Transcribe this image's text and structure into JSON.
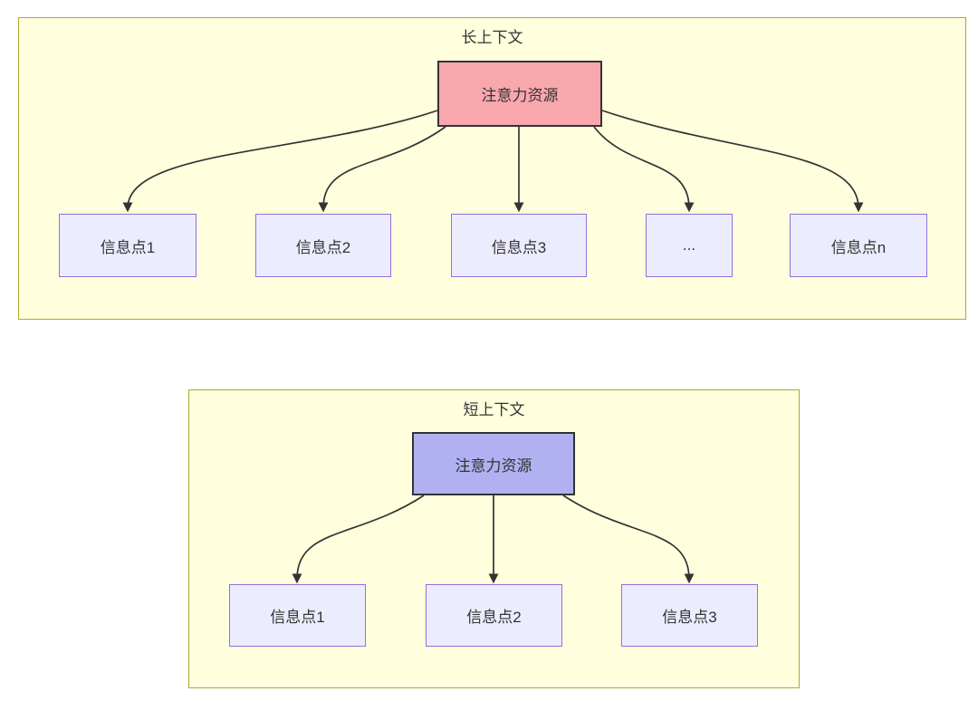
{
  "long_context": {
    "title": "长上下文",
    "attention_label": "注意力资源",
    "info_nodes": [
      "信息点1",
      "信息点2",
      "信息点3",
      "...",
      "信息点n"
    ]
  },
  "short_context": {
    "title": "短上下文",
    "attention_label": "注意力资源",
    "info_nodes": [
      "信息点1",
      "信息点2",
      "信息点3"
    ]
  },
  "colors": {
    "container_fill": "#ffffde",
    "container_border": "#aaaa33",
    "info_node_fill": "#ececff",
    "info_node_border": "#9370db",
    "attention_long_fill": "#f8a7ad",
    "attention_short_fill": "#b1b1f1",
    "attention_border": "#333333",
    "edge_color": "#333333",
    "text_color": "#333333"
  }
}
